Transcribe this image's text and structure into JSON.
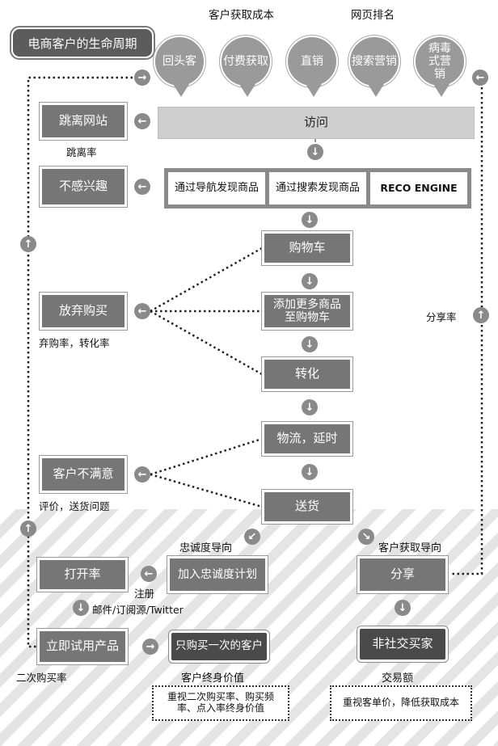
{
  "title": "电商客户的生命周期",
  "top": {
    "acq_cost_label": "客户获取成本",
    "rank_label": "网页排名",
    "sources": [
      "回头客",
      "付费获取",
      "直销",
      "搜索营销",
      "病毒式营销"
    ]
  },
  "funnel": {
    "visit": "访问",
    "discover": [
      "通过导航发现商品",
      "通过搜索发现商品",
      "RECO ENGINE"
    ],
    "cart": "购物车",
    "add_more": "添加更多商品至购物车",
    "convert": "转化",
    "logistics": "物流，延时",
    "delivery": "送货"
  },
  "left": {
    "leave_site": "跳离网站",
    "bounce_rate": "跳离率",
    "not_interested": "不感兴趣",
    "abandon": "放弃购买",
    "abandon_rate": "弃购率，转化率",
    "unsatisfied": "客户不满意",
    "review": "评价，送货问题"
  },
  "loyalty": {
    "direction": "忠诚度导向",
    "join_program": "加入忠诚度计划",
    "register": "注册",
    "open_rate": "打开率",
    "channels": "邮件/订阅源/Twitter",
    "try_now": "立即试用产品",
    "repurchase_rate": "二次购买率",
    "one_time": "只购买一次的客户",
    "ltv": "客户终身价值",
    "ltv_note": "重视二次购买率、购买频率、点入率终身价值"
  },
  "acquisition": {
    "direction": "客户获取导向",
    "share": "分享",
    "share_rate": "分享率",
    "non_social": "非社交买家",
    "volume": "交易额",
    "volume_note": "重视客单价，降低获取成本"
  }
}
